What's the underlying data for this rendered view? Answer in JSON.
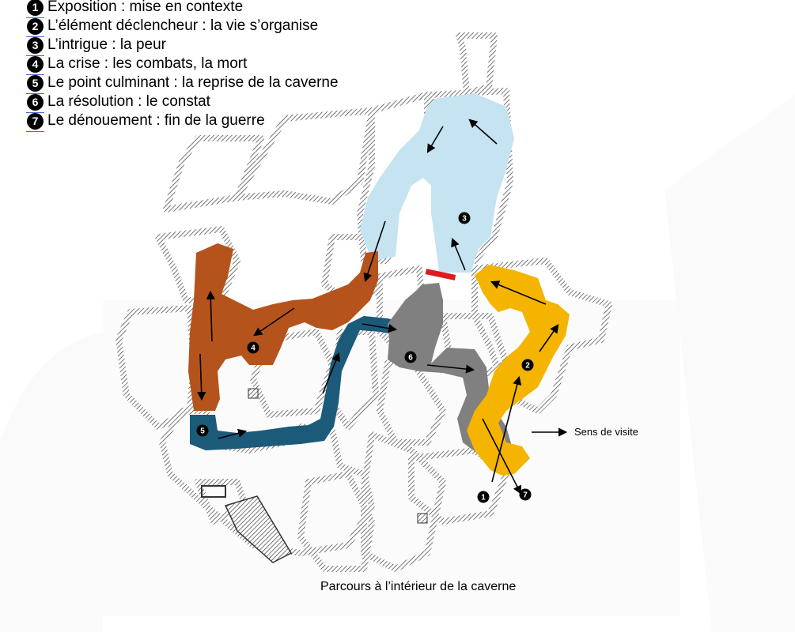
{
  "legend": {
    "items": [
      {
        "number": "1",
        "text": "Exposition : mise en contexte"
      },
      {
        "number": "2",
        "text": "L’élément déclencheur : la vie s’organise"
      },
      {
        "number": "3",
        "text": "L’intrigue : la peur"
      },
      {
        "number": "4",
        "text": "La crise : les combats, la mort"
      },
      {
        "number": "5",
        "text": "Le point culminant : la reprise de la caverne"
      },
      {
        "number": "6",
        "text": "La résolution : le constat"
      },
      {
        "number": "7",
        "text": "Le dénouement : fin de la guerre"
      }
    ]
  },
  "map": {
    "caption": "Parcours à l’intérieur de la caverne",
    "direction_label": "Sens de visite",
    "markers": [
      "1",
      "2",
      "3",
      "4",
      "5",
      "6",
      "7"
    ],
    "zone_colors": {
      "light_blue": "#c5e3f1",
      "orange_brown": "#b5531c",
      "dark_teal": "#1c5a7a",
      "gray": "#808080",
      "yellow": "#f4b400",
      "red_bar": "#e01b1b"
    }
  }
}
